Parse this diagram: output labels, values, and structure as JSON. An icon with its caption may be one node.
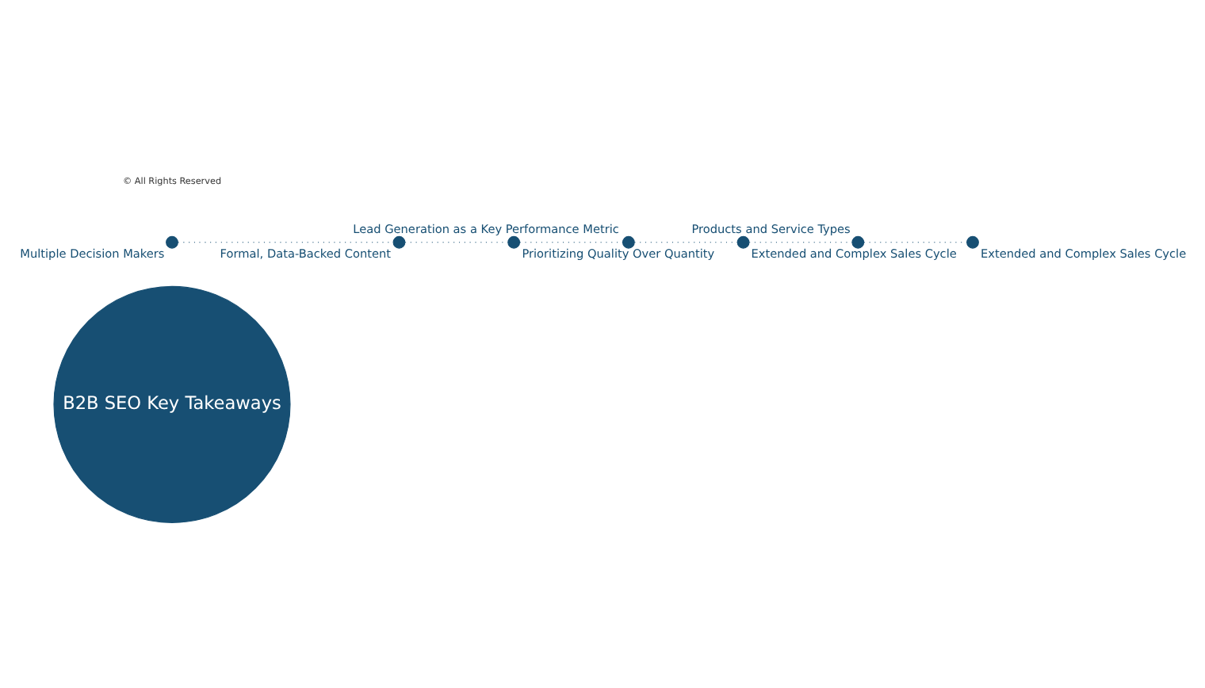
{
  "diagram": {
    "nodes": [
      {
        "text": [
          "B2B SEO Key Takeaways"
        ]
      },
      {
        "text": [],
        "shape": "circle",
        "beside": [
          "Multiple Decision Makers"
        ]
      },
      {
        "text": [],
        "shape": "circle",
        "beside": [
          "Formal, Data-Backed Content"
        ]
      },
      {
        "text": [],
        "shape": "circle",
        "beside": [
          "Prioritizing Quality Over Quantity"
        ]
      },
      {
        "text": [],
        "shape": "circle",
        "beside": [
          "Lead Generation as a Key Performance Metric"
        ]
      },
      {
        "text": [],
        "shape": "circle",
        "beside": [
          "Extended and Complex Sales Cycle"
        ]
      },
      {
        "text": [],
        "shape": "circle",
        "beside": [
          "Products and Service Types"
        ]
      },
      {
        "text": [],
        "shape": "circle",
        "beside": [
          "Extended and Complex Sales Cycle"
        ]
      }
    ],
    "edges": [
      {
        "from": 1,
        "to": 2,
        "arrow": "none",
        "style": "dashed"
      },
      {
        "from": 2,
        "to": 3,
        "arrow": "none",
        "style": "dashed"
      },
      {
        "from": 3,
        "to": 4,
        "arrow": "none",
        "style": "dashed"
      },
      {
        "from": 4,
        "to": 5,
        "arrow": "none",
        "style": "dashed"
      },
      {
        "from": 5,
        "to": 6,
        "arrow": "none",
        "style": "dashed"
      },
      {
        "from": 6,
        "to": 7,
        "arrow": "none",
        "style": "dashed"
      }
    ],
    "labels": [
      "© All Rights Reserved"
    ]
  }
}
